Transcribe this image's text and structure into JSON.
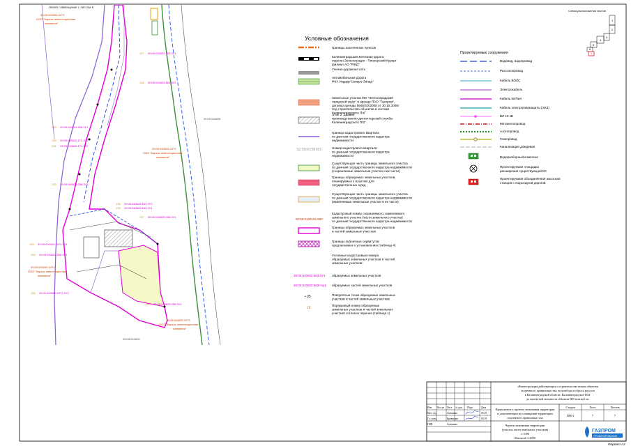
{
  "map": {
    "top_note": "Линия совмещения с листом 6",
    "registry_prefix": "39:05:040625",
    "quarter_label_right": "39:05:040635",
    "quarter_label_bottom": "39:05:040625",
    "owner_labels": [
      {
        "num": "39:05:000000:2473",
        "line1": "ООО \"Каркас инвестиционная",
        "line2": "компания\""
      },
      {
        "num": "39:05:040625:2473",
        "line1": "ООО \"Каркас инвестиционная",
        "line2": "компания\""
      },
      {
        "num": "39:05:000000:2473",
        "line1": "ООО \"Каркас инвестиционная",
        "line2": "компания\""
      },
      {
        "num": "39:05:040625:2473",
        "line1": "ООО \"Каркас инвестиционная",
        "line2": "компания\""
      }
    ],
    "parcel_labels": [
      {
        "ord": "127",
        "num": "39:05:040625:183:ЗУ1"
      },
      {
        "ord": "128",
        "num": "39:05:040625:183:ЗУ2"
      },
      {
        "ord": "129",
        "num": "39:05:040625:258:ЗУ1"
      },
      {
        "ord": "130",
        "num": "39:05:040625:171:ЗУ1"
      },
      {
        "ord": "131",
        "num": "39:05:040625:171:ЗУ2"
      },
      {
        "ord": "132",
        "num": "39:05:040625:258:ЗУ2"
      },
      {
        "ord": "133",
        "num": "39:05:000000:2472:ЗУ1"
      },
      {
        "ord": "134",
        "num": "39:05:040625:255:ЗУ1"
      },
      {
        "ord": "135",
        "num": "39:05:000000:2472:ЗУ2"
      },
      {
        "ord": "136",
        "num": "39:05:040625:255:ЗУ2"
      },
      {
        "ord": "137",
        "num": "39:05:040625:255:ЗУ4"
      },
      {
        "ord": "138",
        "num": "39:05:040625:183:ЗУ3"
      },
      {
        "ord": "139",
        "num": "39:05:040625:183:ЗУ4"
      }
    ]
  },
  "legend": {
    "title": "Условные обозначения",
    "items": [
      {
        "lines": [
          "Границы населенных пунктов"
        ]
      },
      {
        "lines": [
          "Калининградская железная дорога",
          "перегон Зеленоградск - Пионерский Курорт",
          "филиал АО \"РЖД\""
        ]
      },
      {
        "lines": [
          "Улично-дорожная сеть"
        ]
      },
      {
        "lines": [
          "Автомобильная дорога",
          "ФКУ Упрдор\"Северо-Запад\""
        ]
      },
      {
        "lines": [
          "Земельные участки МО \"Зеленоградский",
          "городской округ\" в аренде ПАО \"Газпром\",",
          "договор аренды 5948/3О/2008 от 30.10.2008г",
          "под строительство объектов в составе",
          "Калининградского ПХГ"
        ]
      },
      {
        "lines": [
          "Этап 2. Здание",
          "производственно-диспетчерской службы",
          "Калининградского ПХГ"
        ]
      },
      {
        "lines": [
          "Граница кадастрового квартала",
          "по данным государственного кадастра",
          "недвижимости"
        ]
      },
      {
        "sample": "32:59:0150101",
        "lines": [
          "Номер кадастрового квартала",
          "по данным государственного кадастра",
          "недвижимости"
        ]
      },
      {
        "lines": [
          "Существующая часть границы земельного участка",
          "по данным государственного кадастра недвижимости",
          "(сохраняемые земельные участки и их части)"
        ]
      },
      {
        "lines": [
          "Границы образуемых земельных участков,",
          "планируемых к изъятию для",
          "государственных нужд"
        ]
      },
      {
        "lines": [
          "Существующая часть границы земельного участка",
          "по данным государственного кадастра недвижимости",
          "(изменяемые земельные участки и их части)"
        ]
      },
      {
        "sample": "50:50:0120101:600",
        "lines": [
          "Кадастровый номер сохраняемого, изменяемого",
          "земельного участка (части земельного участка)",
          "по данным государственного кадастра недвижимости"
        ]
      },
      {
        "lines": [
          "Границы образуемых земельных участков",
          "и частей земельных участков"
        ]
      },
      {
        "lines": [
          "Границы публичных сервитутов",
          "предлагаемых к установлению (таблица 4)"
        ]
      },
      {
        "lines": [
          "Условные кадастровые номера",
          "образуемых земельных участков и частей",
          "земельных участков:"
        ]
      },
      {
        "sample": "39:05:040602:663:ЗУ1",
        "lines": [
          "образуемых земельных участков"
        ]
      },
      {
        "sample": "39:05:040602:663/чзу1",
        "lines": [
          "образуемых частей земельных участков"
        ]
      },
      {
        "sample": "• 25",
        "lines": [
          "Поворотные точки образуемых земельных",
          "участков и частей земельных участков"
        ]
      },
      {
        "sample": "18",
        "lines": [
          "Порядковый номер образуемых",
          "земельных участков и частей земельных",
          "участков согласно перечня (таблица 1)"
        ]
      }
    ]
  },
  "structures": {
    "title": "Проектируемые сооружения",
    "items": [
      "Водовод, водопровод",
      "Рассолопровод",
      "Кабель ВОЛС",
      "Электрокабель",
      "Кабель КИПиА",
      "Кабель электрохимзащиты (ЭХЗ)",
      "ВЛ 10 кВ",
      "Метанолопровод",
      "Азотопровод",
      "Газопровод",
      "Канализация дождевая",
      "Водоразборный комплекс",
      "Проектируемая площадка",
      "расширения существующей КС",
      "Проектируемая объединенная насосная",
      "станция с подъездной дорогой"
    ]
  },
  "scheme": {
    "title": "Схема расположения листов",
    "sheets": [
      "1",
      "2",
      "3",
      "4",
      "5",
      "6",
      "7"
    ]
  },
  "stamp": {
    "project": [
      "«Реконструкция действующих и строительство новых объектов",
      "подземного хранилища газа, водозабора и сброса рассола",
      "в Калининградской области. Калининградское ПХГ",
      "до проектной мощности объемом 800 млн.куб.м»"
    ],
    "doc_title": [
      "Приложение к проекту межевания территории",
      "и документации по планировке территории",
      "подземного хранилища газа"
    ],
    "sheet_title": [
      "Чертеж межевания территории",
      "(участок части земельных участков)",
      "1:1000",
      "Масштаб 1:2000"
    ],
    "headers": [
      "Изм.",
      "Кол.уч",
      "Лист",
      "№ док.",
      "Подп.",
      "Дата"
    ],
    "stage_header": "Стадия",
    "sheet_header": "Лист",
    "sheets_header": "Листов",
    "stage": "ПМ-3",
    "sheet": "7",
    "sheets": "7",
    "roles": [
      "Нач. отд.",
      "Гл. спец.",
      "ГИП"
    ],
    "names": [
      "Антонова",
      "Кравченко",
      "Антонова"
    ],
    "dates": [
      "03.19",
      "03.19"
    ],
    "company": "ГАЗПРОМ",
    "company_sub": "ПРОЕКТИРОВАНИЕ",
    "format": "Формат А2"
  },
  "colors": {
    "parcel_new": "#e000d8",
    "parcel_existing": "#9a70c8",
    "quarter": "#8a5cd8",
    "road": "#3a8f3a",
    "highlight": "#f6f8c8",
    "water": "#2f5fff",
    "label_ord": "#d09000"
  }
}
